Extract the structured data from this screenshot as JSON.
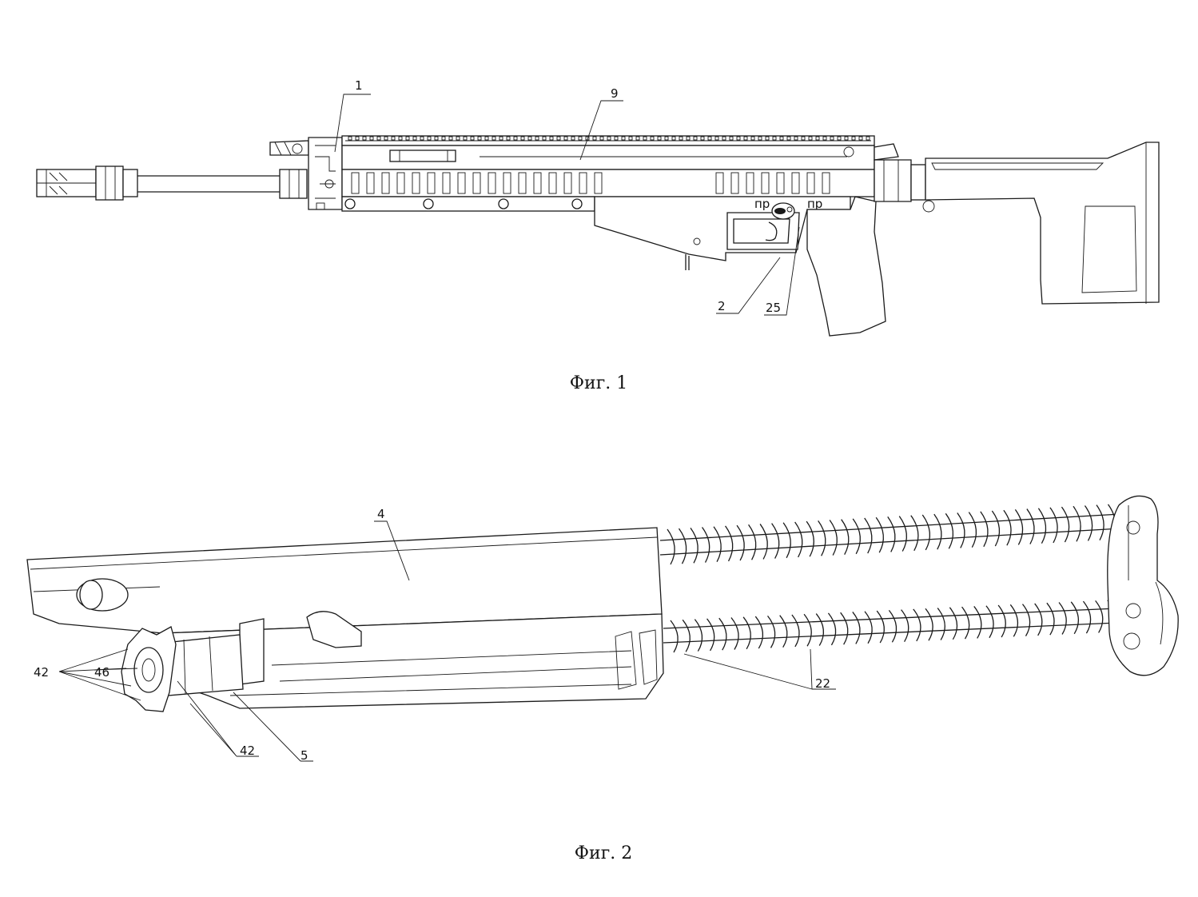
{
  "figures": [
    {
      "caption": "Фиг. 1",
      "labels": [
        "1",
        "9",
        "2",
        "25"
      ]
    },
    {
      "caption": "Фиг. 2",
      "labels": [
        "4",
        "42",
        "46",
        "42",
        "5",
        "22"
      ]
    }
  ]
}
